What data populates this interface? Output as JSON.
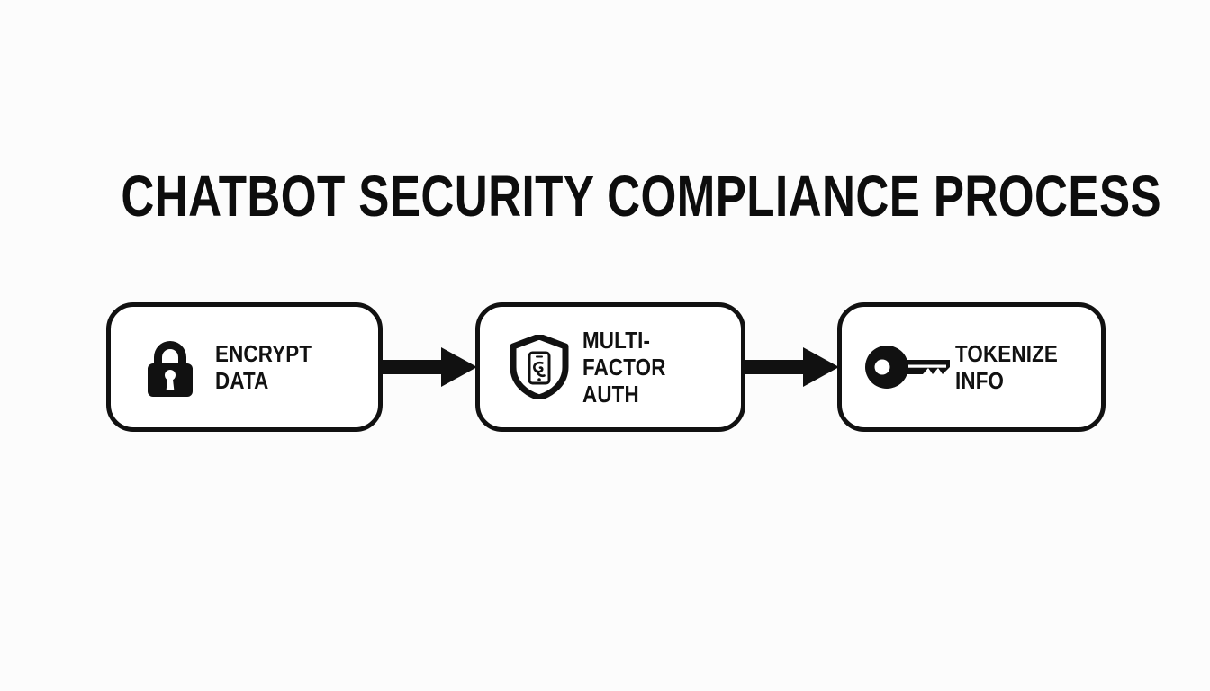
{
  "page": {
    "title": "CHATBOT SECURITY COMPLIANCE PROCESS",
    "background_color": "#fcfcfc",
    "ink_color": "#111111"
  },
  "flow": {
    "steps": [
      {
        "id": "encrypt-data",
        "label": "ENCRYPT DATA",
        "icon": "padlock-icon",
        "order": "1"
      },
      {
        "id": "multi-factor-auth",
        "label": "MULTI-FACTOR\nAUTH",
        "icon": "shield-phone-icon",
        "order": "2"
      },
      {
        "id": "tokenize-info",
        "label": "TOKENIZE\nINFO",
        "icon": "key-icon",
        "order": "3"
      }
    ],
    "connectors": [
      {
        "id": "arrow-1",
        "icon": "arrow-right-icon",
        "from": "encrypt-data",
        "to": "multi-factor-auth"
      },
      {
        "id": "arrow-2",
        "icon": "arrow-right-icon",
        "from": "multi-factor-auth",
        "to": "tokenize-info"
      }
    ]
  }
}
